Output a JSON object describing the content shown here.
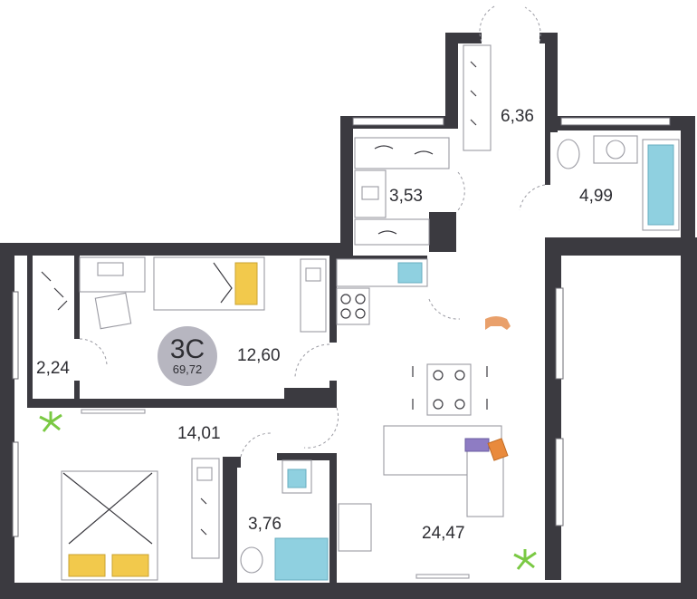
{
  "apartment": {
    "type_label": "3С",
    "total_area": "69,72",
    "badge_color": "#b7b6c0"
  },
  "rooms": [
    {
      "id": "hall-top",
      "area": "6,36"
    },
    {
      "id": "storage",
      "area": "3,53"
    },
    {
      "id": "bathroom",
      "area": "4,99"
    },
    {
      "id": "wardrobe",
      "area": "2,24"
    },
    {
      "id": "bedroom-small",
      "area": "12,60"
    },
    {
      "id": "bedroom-large",
      "area": "14,01"
    },
    {
      "id": "shower-room",
      "area": "3,76"
    },
    {
      "id": "living-kitchen",
      "area": "24,47"
    }
  ],
  "colors": {
    "wall": "#3b3a40",
    "furniture_stroke": "#9a9aa2",
    "water": "#8fd0e0",
    "pillow_yellow": "#f2c94c",
    "plant_green": "#7ac943",
    "dog_orange": "#e9a06b",
    "pillow_purple": "#8e7cc3",
    "pillow_orange": "#e98a3c"
  }
}
